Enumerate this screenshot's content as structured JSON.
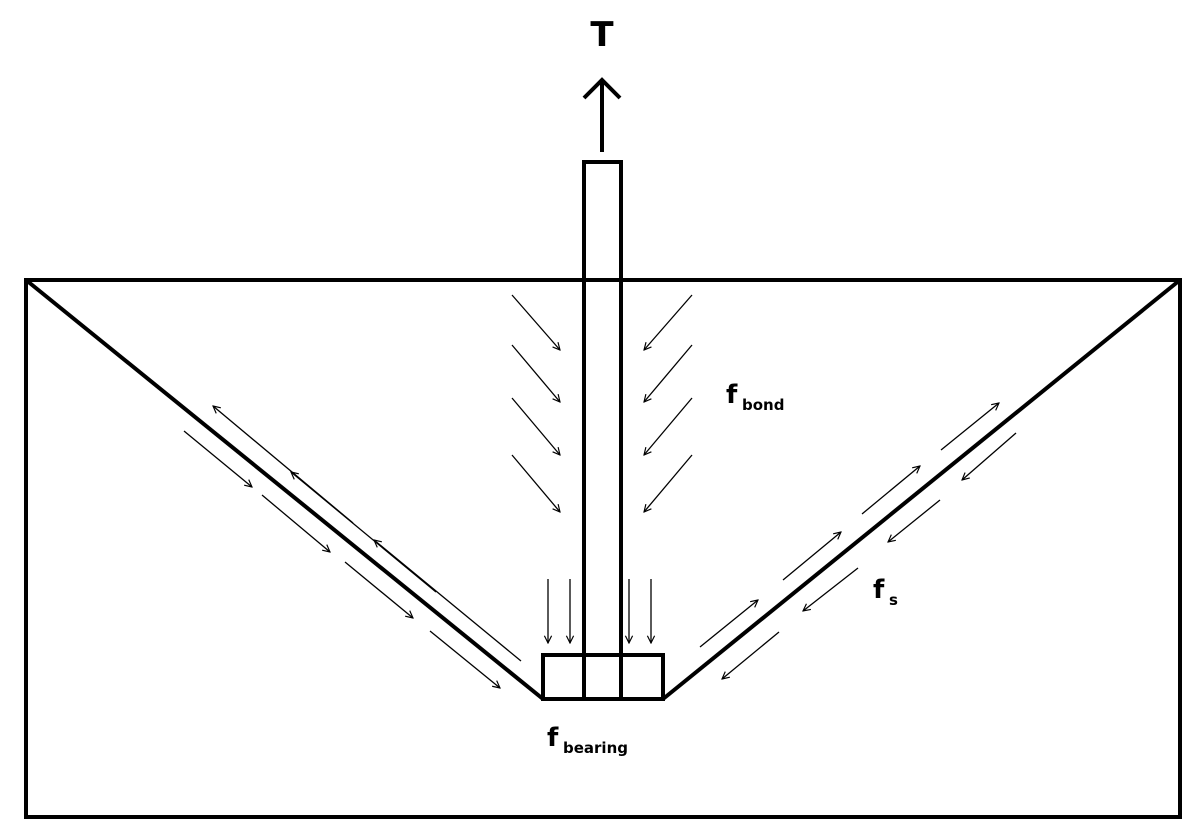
{
  "diagram": {
    "colors": {
      "line": "#000000",
      "background": "#ffffff"
    },
    "labels": {
      "tension": "T",
      "bond_main": "f",
      "bond_sub": "bond",
      "shear_main": "f",
      "shear_sub": "s",
      "bearing_main": "f",
      "bearing_sub": "bearing"
    },
    "icons": {
      "tension_arrow": "arrow-up-icon",
      "bond_arrows": "diagonal-arrow-icon",
      "bearing_arrows": "arrow-down-icon",
      "shear_arrows": "arrow-icon"
    }
  }
}
